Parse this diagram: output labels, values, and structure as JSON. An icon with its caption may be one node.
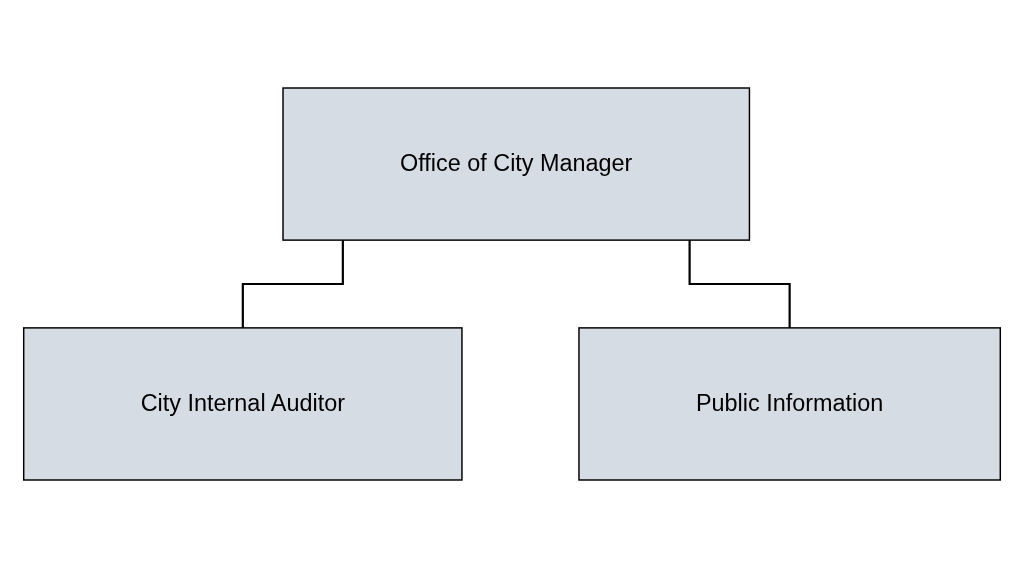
{
  "diagram": {
    "nodes": [
      {
        "text": [
          "Office of City Manager"
        ]
      },
      {
        "text": [
          "City Internal Auditor"
        ]
      },
      {
        "text": [
          "Public Information"
        ]
      }
    ],
    "edges": [
      {
        "from": 0,
        "to": 1,
        "arrow": "none"
      },
      {
        "from": 0,
        "to": 2,
        "arrow": "none"
      }
    ]
  }
}
